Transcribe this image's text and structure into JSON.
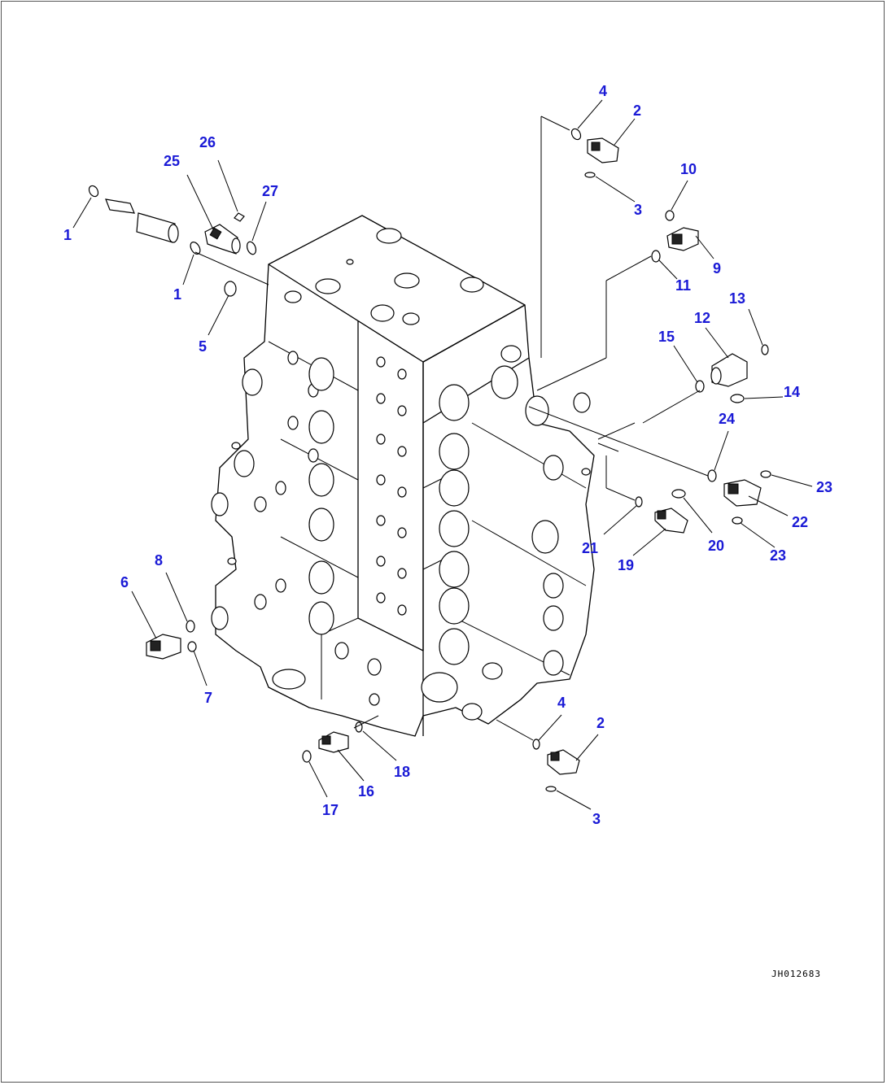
{
  "drawing_code": "JH012683",
  "callouts": [
    {
      "id": "c1a",
      "label": "1"
    },
    {
      "id": "c1b",
      "label": "1"
    },
    {
      "id": "c2a",
      "label": "2"
    },
    {
      "id": "c2b",
      "label": "2"
    },
    {
      "id": "c3a",
      "label": "3"
    },
    {
      "id": "c3b",
      "label": "3"
    },
    {
      "id": "c4a",
      "label": "4"
    },
    {
      "id": "c4b",
      "label": "4"
    },
    {
      "id": "c5",
      "label": "5"
    },
    {
      "id": "c6",
      "label": "6"
    },
    {
      "id": "c7",
      "label": "7"
    },
    {
      "id": "c8",
      "label": "8"
    },
    {
      "id": "c9",
      "label": "9"
    },
    {
      "id": "c10",
      "label": "10"
    },
    {
      "id": "c11",
      "label": "11"
    },
    {
      "id": "c12",
      "label": "12"
    },
    {
      "id": "c13",
      "label": "13"
    },
    {
      "id": "c14",
      "label": "14"
    },
    {
      "id": "c15",
      "label": "15"
    },
    {
      "id": "c16",
      "label": "16"
    },
    {
      "id": "c17",
      "label": "17"
    },
    {
      "id": "c18",
      "label": "18"
    },
    {
      "id": "c19",
      "label": "19"
    },
    {
      "id": "c20",
      "label": "20"
    },
    {
      "id": "c21",
      "label": "21"
    },
    {
      "id": "c22",
      "label": "22"
    },
    {
      "id": "c23a",
      "label": "23"
    },
    {
      "id": "c23b",
      "label": "23"
    },
    {
      "id": "c24",
      "label": "24"
    },
    {
      "id": "c25",
      "label": "25"
    },
    {
      "id": "c26",
      "label": "26"
    },
    {
      "id": "c27",
      "label": "27"
    }
  ]
}
